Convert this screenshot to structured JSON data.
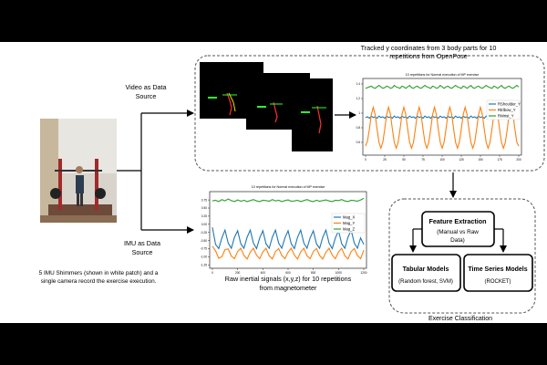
{
  "labels": {
    "video_source": "Video as Data Source",
    "imu_source": "IMU as Data Source",
    "setup_caption": "5 IMU Shimmers (shown in white patch) and a single camera record the exercise execution.",
    "tracked_caption": "Tracked y coordinates from 3 body parts for 10 repetitions from OpenPose",
    "raw_caption": "Raw inertial signals (x,y,z) for 10 repetitions from magnetometer",
    "classification_title": "Exercise Classification"
  },
  "boxes": {
    "feature_extraction": {
      "title": "Feature Extraction",
      "subtitle": "(Manual vs Raw Data)"
    },
    "tabular_models": {
      "title": "Tabular Models",
      "subtitle": "(Random forest, SVM)"
    },
    "time_series_models": {
      "title": "Time Series Models",
      "subtitle": "(ROCKET)"
    }
  },
  "colors": {
    "blue": "#1f77b4",
    "orange": "#ff7f0e",
    "green": "#2ca02c"
  },
  "icons": {
    "camera_frames": "openpose-video-frames",
    "gym_photo": "person-at-squat-rack"
  },
  "chart_data": [
    {
      "type": "line",
      "title": "10 repetitions for Normal execution of MP exercise",
      "x": [
        0,
        2.5,
        5,
        7.5,
        10,
        12.5,
        15,
        17.5,
        20,
        22.5,
        25,
        27.5,
        30,
        32.5,
        35,
        37.5,
        40,
        42.5,
        45,
        47.5,
        50,
        52.5,
        55,
        57.5,
        60,
        62.5,
        65,
        67.5,
        70,
        72.5,
        75,
        77.5,
        80,
        82.5,
        85,
        87.5,
        90,
        92.5,
        95,
        97.5,
        100,
        102.5,
        105,
        107.5,
        110,
        112.5,
        115,
        117.5,
        120,
        122.5,
        125,
        127.5,
        130,
        132.5,
        135,
        137.5,
        140,
        142.5,
        145,
        147.5,
        150,
        152.5,
        155,
        157.5,
        160,
        162.5,
        165,
        167.5,
        170,
        172.5,
        175,
        177.5,
        180,
        182.5,
        185,
        187.5,
        190,
        192.5,
        195,
        197.5,
        200
      ],
      "x_ticks": [
        0,
        25,
        50,
        75,
        100,
        125,
        150,
        175,
        200
      ],
      "y_ticks": [
        0.6,
        0.8,
        1.0,
        1.2,
        1.4
      ],
      "ylim": [
        0.45,
        1.45
      ],
      "series": [
        {
          "name": "RShoulder_Y",
          "values": [
            0.94,
            0.95,
            0.93,
            0.96,
            0.94,
            0.95,
            0.93,
            0.96,
            0.94,
            0.95,
            0.93,
            0.96,
            0.94,
            0.95,
            0.93,
            0.96,
            0.94,
            0.95,
            0.93,
            0.96,
            0.94,
            0.95,
            0.93,
            0.96,
            0.94,
            0.95,
            0.93,
            0.96,
            0.94,
            0.95,
            0.93,
            0.96,
            0.94,
            0.95,
            0.93,
            0.96,
            0.94,
            0.95,
            0.93,
            0.96,
            0.94,
            0.95,
            0.93,
            0.96,
            0.94,
            0.95,
            0.93,
            0.96,
            0.94,
            0.95,
            0.93,
            0.96,
            0.94,
            0.95,
            0.93,
            0.96,
            0.94,
            0.95,
            0.93,
            0.96,
            0.94,
            0.95,
            0.93,
            0.96,
            0.94,
            0.95,
            0.93,
            0.96,
            0.94,
            0.95,
            0.93,
            0.96,
            0.94,
            0.95,
            0.93,
            0.96,
            0.94,
            0.95,
            0.93,
            0.96,
            0.94
          ]
        },
        {
          "name": "RElbow_Y",
          "values": [
            0.55,
            0.62,
            0.78,
            0.98,
            1.08,
            0.98,
            0.78,
            0.6,
            0.52,
            0.6,
            0.78,
            0.98,
            1.08,
            0.98,
            0.78,
            0.6,
            0.52,
            0.6,
            0.78,
            0.98,
            1.08,
            0.98,
            0.78,
            0.6,
            0.52,
            0.6,
            0.78,
            0.98,
            1.08,
            0.98,
            0.78,
            0.6,
            0.52,
            0.6,
            0.78,
            0.98,
            1.08,
            0.98,
            0.78,
            0.6,
            0.52,
            0.6,
            0.78,
            0.98,
            1.08,
            0.98,
            0.78,
            0.6,
            0.52,
            0.6,
            0.78,
            0.98,
            1.08,
            0.98,
            0.78,
            0.6,
            0.52,
            0.6,
            0.78,
            0.98,
            1.08,
            0.98,
            0.78,
            0.6,
            0.52,
            0.6,
            0.78,
            0.98,
            1.08,
            0.98,
            0.78,
            0.6,
            0.52,
            0.6,
            0.78,
            0.98,
            1.08,
            0.98,
            0.78,
            0.6,
            0.55
          ]
        },
        {
          "name": "RWrist_Y",
          "values": [
            1.34,
            1.35,
            1.36,
            1.37,
            1.35,
            1.34,
            1.36,
            1.38,
            1.36,
            1.34,
            1.35,
            1.37,
            1.36,
            1.34,
            1.35,
            1.38,
            1.36,
            1.35,
            1.34,
            1.37,
            1.36,
            1.34,
            1.36,
            1.38,
            1.35,
            1.34,
            1.36,
            1.37,
            1.35,
            1.34,
            1.36,
            1.38,
            1.36,
            1.35,
            1.34,
            1.37,
            1.36,
            1.34,
            1.35,
            1.38,
            1.36,
            1.34,
            1.36,
            1.37,
            1.35,
            1.34,
            1.36,
            1.38,
            1.36,
            1.35,
            1.34,
            1.37,
            1.36,
            1.34,
            1.36,
            1.38,
            1.35,
            1.34,
            1.36,
            1.37,
            1.35,
            1.34,
            1.36,
            1.38,
            1.36,
            1.35,
            1.34,
            1.37,
            1.36,
            1.34,
            1.36,
            1.38,
            1.35,
            1.34,
            1.36,
            1.37,
            1.35,
            1.34,
            1.36,
            1.38,
            1.36
          ]
        }
      ],
      "legend": "right",
      "grid": false
    },
    {
      "type": "line",
      "title": "10 repetitions for Normal execution of MP exercise",
      "x": [
        0,
        25,
        50,
        75,
        100,
        125,
        150,
        175,
        200,
        225,
        250,
        275,
        300,
        325,
        350,
        375,
        400,
        425,
        450,
        475,
        500,
        525,
        550,
        575,
        600,
        625,
        650,
        675,
        700,
        725,
        750,
        775,
        800,
        825,
        850,
        875,
        900,
        925,
        950,
        975,
        1000,
        1025,
        1050,
        1075,
        1100,
        1125,
        1150,
        1175,
        1200
      ],
      "x_ticks": [
        0,
        200,
        400,
        600,
        800,
        1000,
        1200
      ],
      "y_ticks": [
        -1.25,
        -1.0,
        -0.75,
        -0.5,
        -0.25,
        0.0,
        0.25,
        0.5,
        0.75
      ],
      "ylim": [
        -1.3,
        0.95
      ],
      "series": [
        {
          "name": "Mag_X",
          "values": [
            -0.1,
            -0.62,
            -0.75,
            -0.42,
            -0.18,
            -0.58,
            -0.74,
            -0.4,
            -0.2,
            -0.6,
            -0.74,
            -0.4,
            -0.18,
            -0.58,
            -0.75,
            -0.42,
            -0.2,
            -0.6,
            -0.74,
            -0.4,
            -0.18,
            -0.58,
            -0.74,
            -0.42,
            -0.2,
            -0.6,
            -0.75,
            -0.4,
            -0.18,
            -0.58,
            -0.74,
            -0.42,
            -0.2,
            -0.6,
            -0.74,
            -0.4,
            -0.18,
            -0.58,
            -0.75,
            -0.42,
            -0.2,
            -0.6,
            -0.74,
            -0.4,
            -0.18,
            -0.58,
            -0.74,
            -0.42,
            -0.62
          ]
        },
        {
          "name": "Mag_Y",
          "values": [
            -0.68,
            -0.82,
            -1.05,
            -1.0,
            -0.78,
            -0.76,
            -0.98,
            -1.06,
            -0.84,
            -0.74,
            -0.96,
            -1.07,
            -0.86,
            -0.74,
            -0.95,
            -1.06,
            -0.85,
            -0.74,
            -0.97,
            -1.07,
            -0.84,
            -0.75,
            -0.96,
            -1.06,
            -0.86,
            -0.74,
            -0.95,
            -1.07,
            -0.85,
            -0.74,
            -0.97,
            -1.06,
            -0.84,
            -0.75,
            -0.96,
            -1.07,
            -0.86,
            -0.74,
            -0.95,
            -1.06,
            -0.85,
            -0.74,
            -0.97,
            -1.07,
            -0.84,
            -0.75,
            -0.96,
            -1.06,
            -0.8
          ]
        },
        {
          "name": "Mag_Z",
          "values": [
            0.72,
            0.74,
            0.7,
            0.76,
            0.72,
            0.78,
            0.73,
            0.7,
            0.75,
            0.71,
            0.74,
            0.7,
            0.73,
            0.76,
            0.72,
            0.7,
            0.74,
            0.73,
            0.71,
            0.76,
            0.72,
            0.74,
            0.7,
            0.73,
            0.75,
            0.71,
            0.72,
            0.74,
            0.7,
            0.73,
            0.76,
            0.72,
            0.7,
            0.74,
            0.71,
            0.73,
            0.75,
            0.72,
            0.7,
            0.74,
            0.73,
            0.76,
            0.72,
            0.7,
            0.74,
            0.73,
            0.71,
            0.75,
            0.8
          ]
        }
      ],
      "legend": "right",
      "grid": false
    }
  ]
}
